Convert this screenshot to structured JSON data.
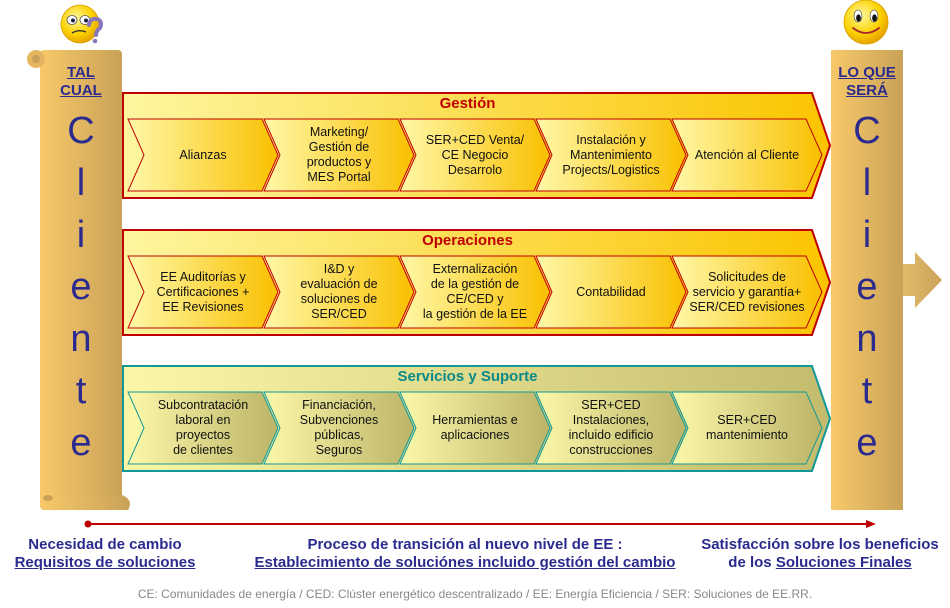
{
  "left_pillar": {
    "title_line1": "TAL",
    "title_line2": "CUAL",
    "letters": [
      "C",
      "l",
      "i",
      "e",
      "n",
      "t",
      "e"
    ],
    "icon": "confused-face-icon"
  },
  "right_pillar": {
    "title_line1": "LO QUE",
    "title_line2": "SERÁ",
    "letters": [
      "C",
      "l",
      "i",
      "e",
      "n",
      "t",
      "e"
    ],
    "icon": "smiley-face-icon"
  },
  "bands": [
    {
      "title": "Gestión",
      "title_color": "#c00000",
      "border_color": "#c00000",
      "steps": [
        "Alianzas",
        "Marketing/\nGestión de\nproductos y\nMES Portal",
        "SER+CED Venta/\nCE Negocio\nDesarrolo",
        "Instalación y\nMantenimiento\nProjects/Logistics",
        "Atención al Cliente"
      ]
    },
    {
      "title": "Operaciones",
      "title_color": "#c00000",
      "border_color": "#c00000",
      "steps": [
        "EE Auditorías y\nCertificaciones +\nEE Revisiones",
        "I&D y\nevaluación de\nsoluciones de\nSER/CED",
        "Externalización\nde la gestión de\nCE/CED y\nla gestión de la EE",
        "Contabilidad",
        "Solicitudes de\nservicio y garantía+\nSER/CED revisiones"
      ]
    },
    {
      "title": "Servicios y Suporte",
      "title_color": "#0a8a8a",
      "border_color": "#119999",
      "steps": [
        "Subcontratación\nlaboral en\nproyectos\nde clientes",
        "Financiación,\nSubvenciones\npúblicas,\nSeguros",
        "Herramientas e\naplicaciones",
        "SER+CED\nInstalaciones,\nincluido edificio\nconstrucciones",
        "SER+CED\nmantenimiento"
      ]
    }
  ],
  "footer": {
    "left_line1": "Necesidad de cambio",
    "left_line2": "Requisitos de soluciones",
    "center_line1": "Proceso de transición al nuevo nivel de EE :",
    "center_line2": "Establecimiento de soluciónes incluido gestión del cambio",
    "right_line1": "Satisfacción sobre los beneficios",
    "right_line2_prefix": "de los ",
    "right_line2_link": "Soluciones Finales",
    "note": "CE: Comunidades de energía / CED: Clúster energético descentralizado / EE: Energía Eficiencia / SER: Soluciones de EE.RR."
  }
}
